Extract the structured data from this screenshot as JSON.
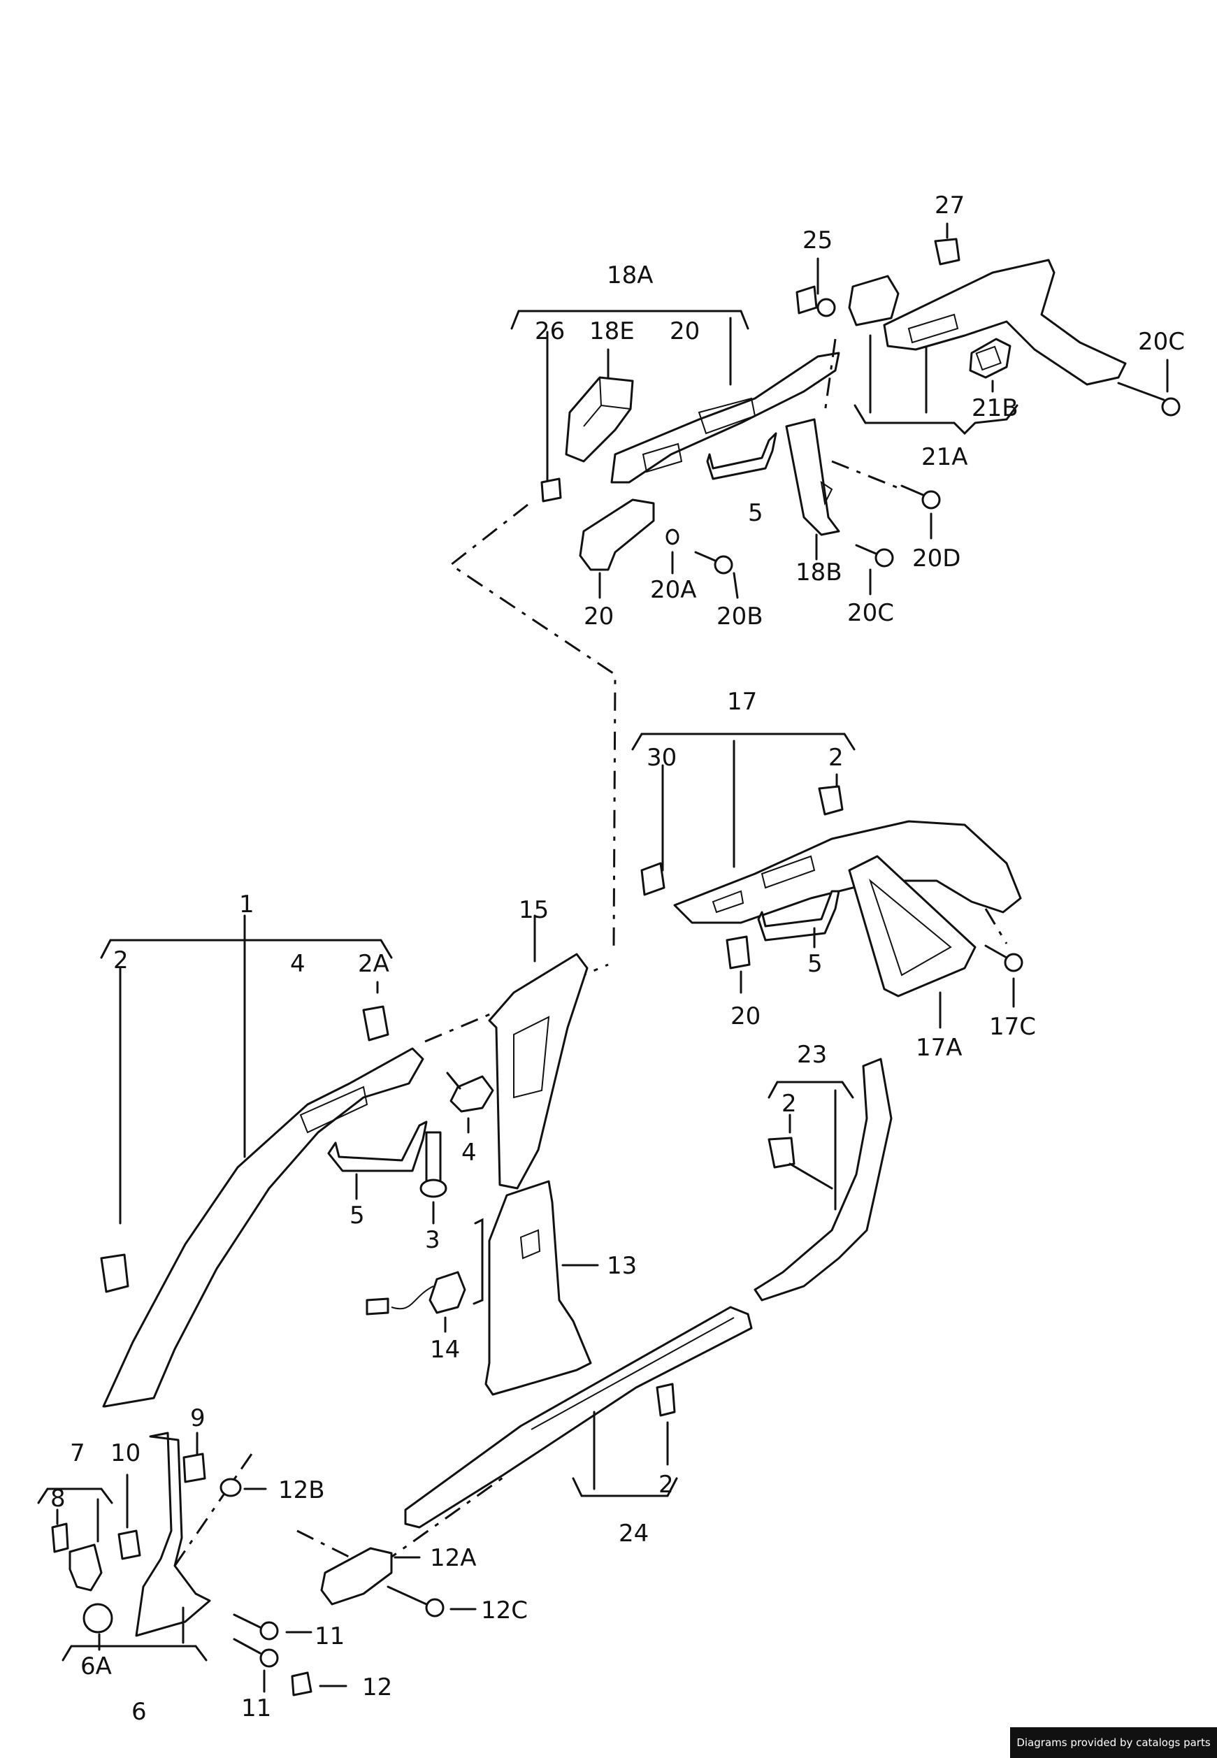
{
  "footer": {
    "credit": "Diagrams provided by catalogs parts"
  },
  "labels": {
    "l18A": "18A",
    "l26": "26",
    "l18E": "18E",
    "l20_top": "20",
    "l25": "25",
    "l27": "27",
    "l20C_tr": "20C",
    "l21B": "21B",
    "l21A": "21A",
    "l5_top": "5",
    "l20D": "20D",
    "l18B": "18B",
    "l20C_mid": "20C",
    "l20_b": "20",
    "l20A": "20A",
    "l20B": "20B",
    "l17": "17",
    "l30": "30",
    "l2_17": "2",
    "l5_17": "5",
    "l20_17": "20",
    "l17A": "17A",
    "l17C": "17C",
    "l1": "1",
    "l2_1": "2",
    "l4_1": "4",
    "l2A": "2A",
    "l15": "15",
    "l4_b": "4",
    "l5_b": "5",
    "l3": "3",
    "l13": "13",
    "l14": "14",
    "l23": "23",
    "l2_23": "2",
    "l9": "9",
    "l10": "10",
    "l7": "7",
    "l8": "8",
    "l12B": "12B",
    "l12A": "12A",
    "l12C": "12C",
    "l11a": "11",
    "l11b": "11",
    "l12": "12",
    "l6A": "6A",
    "l6": "6",
    "l2_24": "2",
    "l24": "24"
  }
}
